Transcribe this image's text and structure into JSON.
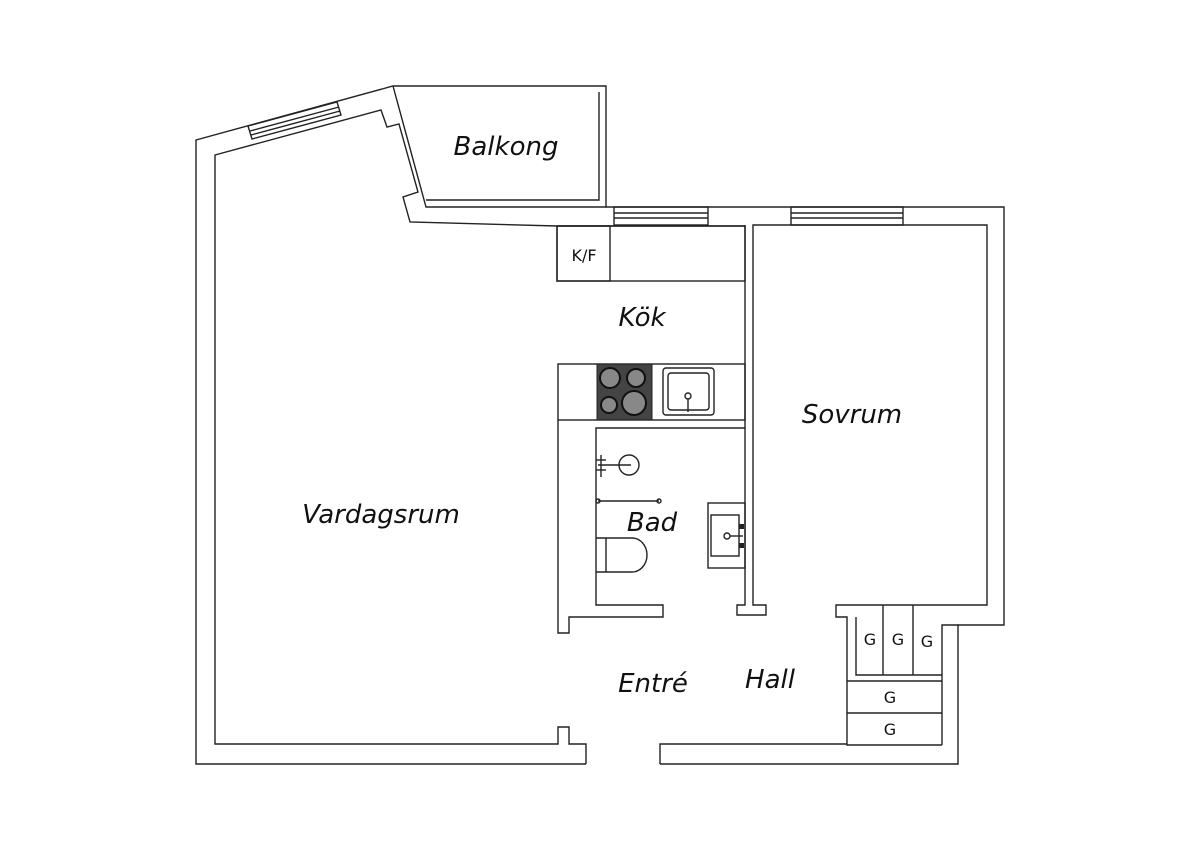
{
  "rooms": {
    "balcony": "Balkong",
    "kitchen": "Kök",
    "bedroom": "Sovrum",
    "living_room": "Vardagsrum",
    "bathroom": "Bad",
    "entrance": "Entré",
    "hall": "Hall"
  },
  "fixtures": {
    "fridge_freezer": "K/F",
    "storage": [
      "G",
      "G",
      "G",
      "G",
      "G"
    ]
  },
  "colors": {
    "wall": "#222222",
    "stove": "#444444",
    "burner": "#888888"
  }
}
